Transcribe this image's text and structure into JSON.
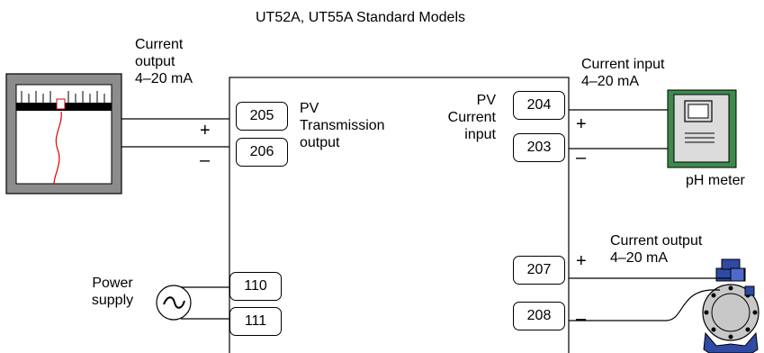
{
  "title": "UT52A, UT55A Standard Models",
  "recorder": {
    "output_label": [
      "Current",
      "output",
      "4–20 mA"
    ]
  },
  "pv_transmission": {
    "label": [
      "PV",
      "Transmission",
      "output"
    ],
    "terminals": [
      "205",
      "206"
    ],
    "plus": "+",
    "minus": "–"
  },
  "pv_input": {
    "label": [
      "PV",
      "Current",
      "input"
    ],
    "terminals": [
      "204",
      "203"
    ],
    "plus": "+",
    "minus": "–"
  },
  "ph_meter": {
    "input_label": [
      "Current input",
      "4–20 mA"
    ],
    "name": "pH meter"
  },
  "power": {
    "label": [
      "Power",
      "supply"
    ],
    "terminals": [
      "110",
      "111"
    ],
    "symbol": "~"
  },
  "control_output": {
    "label": [
      "Current output",
      "4–20 mA"
    ],
    "terminals": [
      "207",
      "208"
    ],
    "plus": "+",
    "minus": "–"
  }
}
